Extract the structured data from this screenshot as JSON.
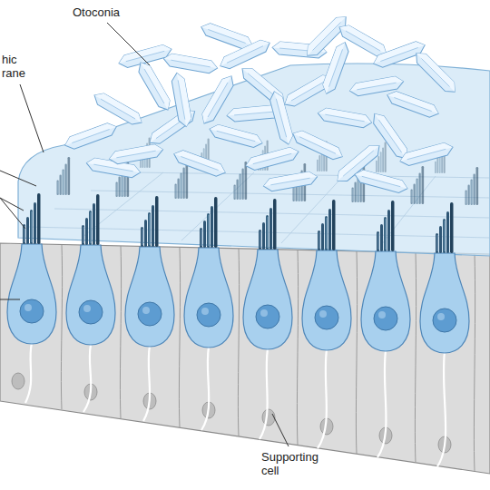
{
  "diagram": {
    "labels": [
      "Otoconia",
      "hic rane",
      "Supporting cell"
    ]
  }
}
